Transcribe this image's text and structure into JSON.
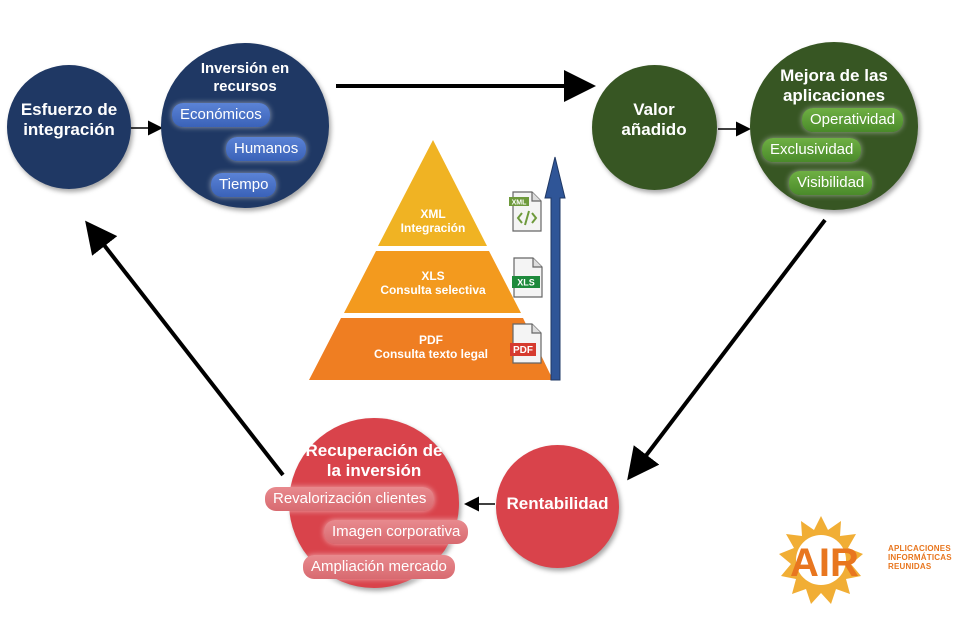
{
  "nodes": {
    "esfuerzo": {
      "title": "Esfuerzo de integración"
    },
    "inversion": {
      "title": "Inversión en recursos",
      "items": [
        "Económicos",
        "Humanos",
        "Tiempo"
      ]
    },
    "valor": {
      "title": "Valor añadido"
    },
    "mejora": {
      "title": "Mejora de las aplicaciones",
      "items": [
        "Operatividad",
        "Exclusividad",
        "Visibilidad"
      ]
    },
    "rentabilidad": {
      "title": "Rentabilidad"
    },
    "recuperacion": {
      "title": "Recuperación de la inversión",
      "items": [
        "Revalorización clientes",
        "Imagen corporativa",
        "Ampliación mercado"
      ]
    }
  },
  "pyramid": {
    "levels": [
      {
        "format": "XML",
        "label": "Integración",
        "icon": "xml-file-icon",
        "color": "#f0b323"
      },
      {
        "format": "XLS",
        "label": "Consulta selectiva",
        "icon": "xls-file-icon",
        "color": "#f39a1e"
      },
      {
        "format": "PDF",
        "label": "Consulta texto legal",
        "icon": "pdf-file-icon",
        "color": "#ef7e22"
      }
    ],
    "arrow_color": "#2f5597"
  },
  "file_icon_labels": {
    "xml": "XML",
    "xls": "XLS",
    "pdf": "PDF"
  },
  "logo": {
    "name": "AIR",
    "lines": [
      "APLICACIONES",
      "INFORMÁTICAS",
      "REUNIDAS"
    ],
    "color": "#e8761f"
  },
  "colors": {
    "navy": "#1f3864",
    "green": "#375623",
    "red": "#d9434b"
  }
}
